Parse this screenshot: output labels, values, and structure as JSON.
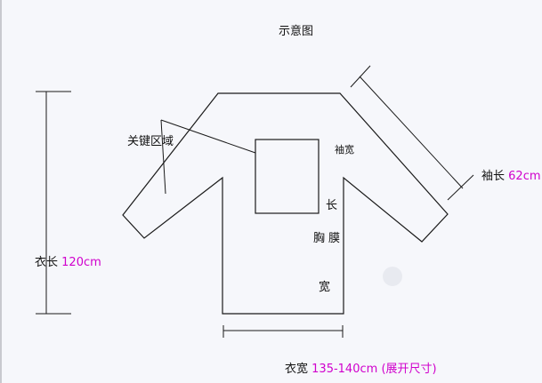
{
  "title": "示意图",
  "labels": {
    "key_area": "关键区域",
    "sleeve_width": "袖宽",
    "chest_membrane_1": "长",
    "chest_membrane_2": "胸膜",
    "chest_membrane_3": "宽"
  },
  "measurements": {
    "length": {
      "label": "衣长",
      "value": "120cm"
    },
    "sleeve_length": {
      "label": "袖长",
      "value": "62cm"
    },
    "width": {
      "label": "衣宽",
      "value": "135-140cm",
      "note": "(展开尺寸)"
    }
  },
  "colors": {
    "line": "#1a1a1a",
    "value": "#d000cc"
  }
}
